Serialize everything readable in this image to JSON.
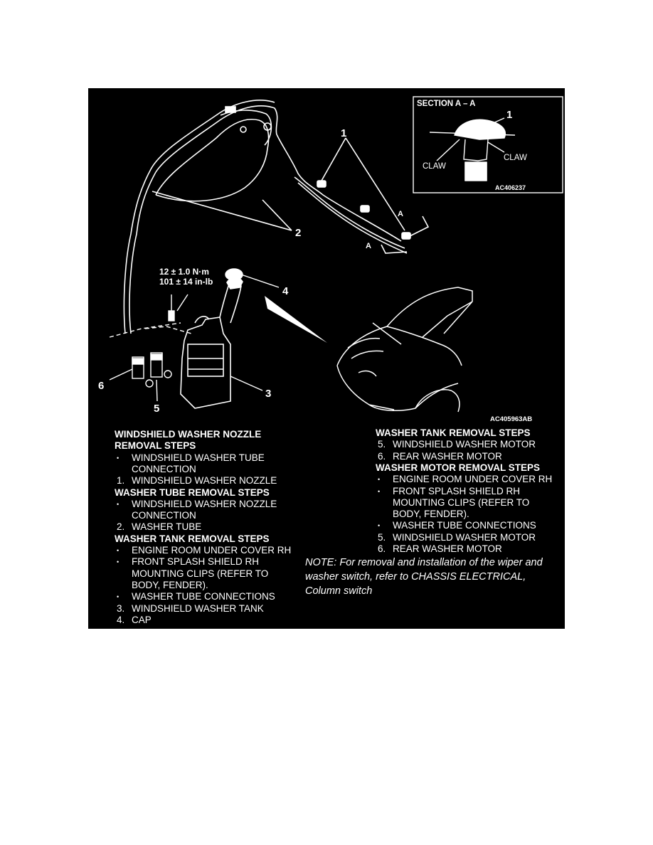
{
  "diagram": {
    "section_title": "SECTION A – A",
    "claw_left": "CLAW",
    "claw_right": "CLAW",
    "inset_code": "AC406237",
    "figure_code": "AC405963AB",
    "callouts": {
      "c1": "1",
      "c1_inset": "1",
      "c2": "2",
      "c3": "3",
      "c4": "4",
      "c5": "5",
      "c6": "6",
      "a_upper": "A",
      "a_lower": "A"
    },
    "torque_nm": "12 ± 1.0 N·m",
    "torque_inlb": "101 ± 14 in-lb"
  },
  "left_column": [
    {
      "kind": "heading",
      "text": "WINDSHIELD WASHER NOZZLE"
    },
    {
      "kind": "heading",
      "text": "REMOVAL STEPS"
    },
    {
      "kind": "bullet",
      "marker": "•",
      "text": "WINDSHIELD WASHER TUBE"
    },
    {
      "kind": "cont",
      "text": "CONNECTION"
    },
    {
      "kind": "numbered",
      "marker": "1.",
      "text": "WINDSHIELD WASHER NOZZLE"
    },
    {
      "kind": "heading",
      "text": "WASHER TUBE REMOVAL STEPS"
    },
    {
      "kind": "bullet",
      "marker": "•",
      "text": "WINDSHIELD WASHER NOZZLE"
    },
    {
      "kind": "cont",
      "text": "CONNECTION"
    },
    {
      "kind": "numbered",
      "marker": "2.",
      "text": "WASHER TUBE"
    },
    {
      "kind": "heading",
      "text": "WASHER TANK REMOVAL STEPS"
    },
    {
      "kind": "bullet",
      "marker": "•",
      "text": "ENGINE ROOM UNDER COVER RH"
    },
    {
      "kind": "bullet",
      "marker": "•",
      "text": "FRONT SPLASH SHIELD RH"
    },
    {
      "kind": "cont",
      "text": "MOUNTING CLIPS (REFER TO"
    },
    {
      "kind": "cont",
      "text": "BODY, FENDER)."
    },
    {
      "kind": "bullet",
      "marker": "•",
      "text": "WASHER TUBE CONNECTIONS"
    },
    {
      "kind": "numbered",
      "marker": "3.",
      "text": "WINDSHIELD WASHER TANK"
    },
    {
      "kind": "numbered",
      "marker": "4.",
      "text": "CAP"
    }
  ],
  "right_column": [
    {
      "kind": "heading",
      "text": "WASHER TANK REMOVAL STEPS"
    },
    {
      "kind": "numbered",
      "marker": "5.",
      "text": "WINDSHIELD WASHER MOTOR"
    },
    {
      "kind": "numbered",
      "marker": "6.",
      "text": "REAR WASHER MOTOR"
    },
    {
      "kind": "heading",
      "text": "WASHER MOTOR REMOVAL STEPS"
    },
    {
      "kind": "bullet",
      "marker": "•",
      "text": "ENGINE ROOM UNDER COVER RH"
    },
    {
      "kind": "bullet",
      "marker": "•",
      "text": "FRONT SPLASH SHIELD RH"
    },
    {
      "kind": "cont",
      "text": "MOUNTING CLIPS (REFER TO"
    },
    {
      "kind": "cont",
      "text": "BODY, FENDER)."
    },
    {
      "kind": "bullet",
      "marker": "•",
      "text": "WASHER TUBE CONNECTIONS"
    },
    {
      "kind": "numbered",
      "marker": "5.",
      "text": "WINDSHIELD WASHER MOTOR"
    },
    {
      "kind": "numbered",
      "marker": "6.",
      "text": "REAR WASHER MOTOR"
    }
  ],
  "note": {
    "line1": "NOTE: For removal and installation of the wiper and",
    "line2": "washer switch, refer to CHASSIS ELECTRICAL,",
    "line3": "Column switch"
  }
}
